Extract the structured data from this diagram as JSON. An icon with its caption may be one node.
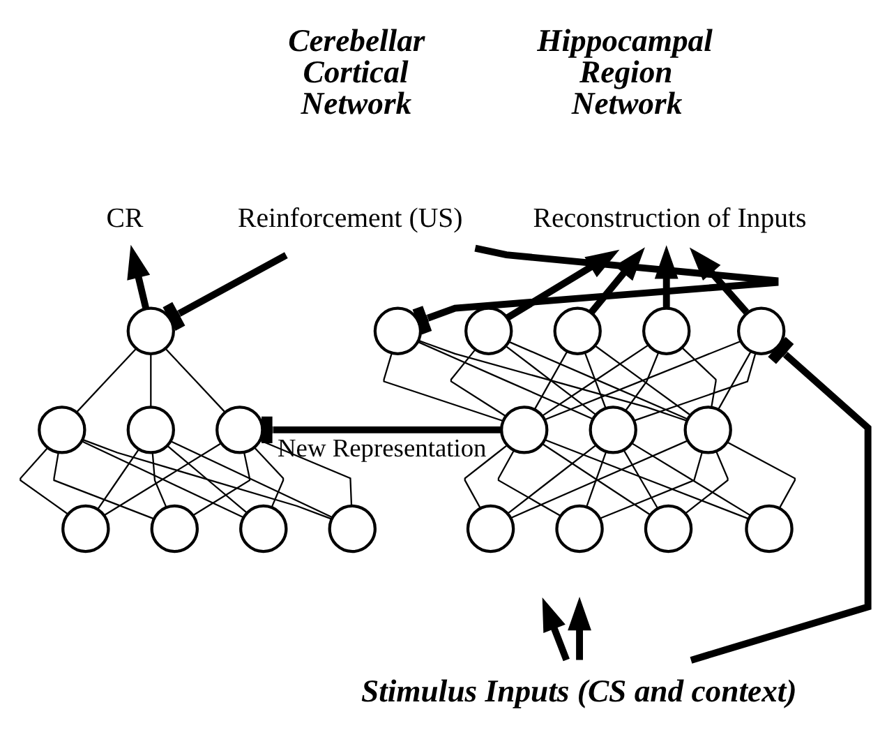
{
  "diagram": {
    "nodes": [
      {
        "text": [
          "CR"
        ]
      },
      {
        "text": [
          "Reinforcement (US)"
        ]
      },
      {
        "text": [
          "Reconstruction of Inputs"
        ]
      },
      {
        "text": [
          "Stimulus Inputs (CS and context)"
        ]
      },
      {
        "text": [],
        "shape": "circle"
      },
      {
        "text": [],
        "shape": "circle"
      },
      {
        "text": [],
        "shape": "circle"
      },
      {
        "text": [],
        "shape": "circle"
      },
      {
        "text": [],
        "shape": "circle"
      },
      {
        "text": [],
        "shape": "circle"
      },
      {
        "text": [],
        "shape": "circle"
      },
      {
        "text": [],
        "shape": "circle"
      },
      {
        "text": [],
        "shape": "circle"
      },
      {
        "text": [],
        "shape": "circle"
      },
      {
        "text": [],
        "shape": "circle"
      },
      {
        "text": [],
        "shape": "circle"
      },
      {
        "text": [],
        "shape": "circle"
      },
      {
        "text": [],
        "shape": "circle"
      },
      {
        "text": [],
        "shape": "circle"
      },
      {
        "text": [],
        "shape": "circle"
      },
      {
        "text": [],
        "shape": "circle"
      },
      {
        "text": [],
        "shape": "circle"
      },
      {
        "text": [],
        "shape": "circle"
      },
      {
        "text": [],
        "shape": "circle"
      }
    ],
    "edges": [
      {
        "from": 4,
        "to": 0,
        "arrow": "to",
        "style": "thick"
      },
      {
        "from": 1,
        "to": 4,
        "arrow": "other",
        "style": "thick"
      },
      {
        "from": 1,
        "to": 12,
        "arrow": "other",
        "style": "thick"
      },
      {
        "from": 5,
        "to": 4,
        "arrow": "none"
      },
      {
        "from": 6,
        "to": 4,
        "arrow": "none"
      },
      {
        "from": 7,
        "to": 4,
        "arrow": "none"
      },
      {
        "from": 8,
        "to": 5,
        "arrow": "none"
      },
      {
        "from": 8,
        "to": 6,
        "arrow": "none"
      },
      {
        "from": 8,
        "to": 7,
        "arrow": "none"
      },
      {
        "from": 9,
        "to": 5,
        "arrow": "none"
      },
      {
        "from": 9,
        "to": 6,
        "arrow": "none"
      },
      {
        "from": 9,
        "to": 7,
        "arrow": "none"
      },
      {
        "from": 10,
        "to": 5,
        "arrow": "none"
      },
      {
        "from": 10,
        "to": 6,
        "arrow": "none"
      },
      {
        "from": 10,
        "to": 7,
        "arrow": "none"
      },
      {
        "from": 11,
        "to": 5,
        "arrow": "none"
      },
      {
        "from": 11,
        "to": 6,
        "arrow": "none"
      },
      {
        "from": 11,
        "to": 7,
        "arrow": "none"
      },
      {
        "from": 17,
        "to": 7,
        "arrow": "other",
        "style": "thick",
        "label": "New Representation"
      },
      {
        "from": 17,
        "to": 12,
        "arrow": "none"
      },
      {
        "from": 17,
        "to": 13,
        "arrow": "none"
      },
      {
        "from": 17,
        "to": 14,
        "arrow": "none"
      },
      {
        "from": 17,
        "to": 15,
        "arrow": "none"
      },
      {
        "from": 17,
        "to": 16,
        "arrow": "none"
      },
      {
        "from": 18,
        "to": 12,
        "arrow": "none"
      },
      {
        "from": 18,
        "to": 13,
        "arrow": "none"
      },
      {
        "from": 18,
        "to": 14,
        "arrow": "none"
      },
      {
        "from": 18,
        "to": 15,
        "arrow": "none"
      },
      {
        "from": 18,
        "to": 16,
        "arrow": "none"
      },
      {
        "from": 19,
        "to": 12,
        "arrow": "none"
      },
      {
        "from": 19,
        "to": 13,
        "arrow": "none"
      },
      {
        "from": 19,
        "to": 14,
        "arrow": "none"
      },
      {
        "from": 19,
        "to": 15,
        "arrow": "none"
      },
      {
        "from": 19,
        "to": 16,
        "arrow": "none"
      },
      {
        "from": 20,
        "to": 17,
        "arrow": "none"
      },
      {
        "from": 20,
        "to": 18,
        "arrow": "none"
      },
      {
        "from": 20,
        "to": 19,
        "arrow": "none"
      },
      {
        "from": 21,
        "to": 17,
        "arrow": "none"
      },
      {
        "from": 21,
        "to": 18,
        "arrow": "none"
      },
      {
        "from": 21,
        "to": 19,
        "arrow": "none"
      },
      {
        "from": 22,
        "to": 17,
        "arrow": "none"
      },
      {
        "from": 22,
        "to": 18,
        "arrow": "none"
      },
      {
        "from": 22,
        "to": 19,
        "arrow": "none"
      },
      {
        "from": 23,
        "to": 17,
        "arrow": "none"
      },
      {
        "from": 23,
        "to": 18,
        "arrow": "none"
      },
      {
        "from": 23,
        "to": 19,
        "arrow": "none"
      },
      {
        "from": 13,
        "to": 2,
        "arrow": "to",
        "style": "thick"
      },
      {
        "from": 14,
        "to": 2,
        "arrow": "to",
        "style": "thick"
      },
      {
        "from": 15,
        "to": 2,
        "arrow": "to",
        "style": "thick"
      },
      {
        "from": 16,
        "to": 2,
        "arrow": "to",
        "style": "thick"
      },
      {
        "from": 3,
        "to": null,
        "arrow": "to",
        "style": "thick"
      },
      {
        "from": 3,
        "to": null,
        "arrow": "to",
        "style": "thick"
      },
      {
        "from": 3,
        "to": 16,
        "arrow": "other",
        "style": "thick"
      }
    ],
    "labels": [
      "Cerebellar Cortical Network",
      "Hippocampal Region Network"
    ]
  }
}
